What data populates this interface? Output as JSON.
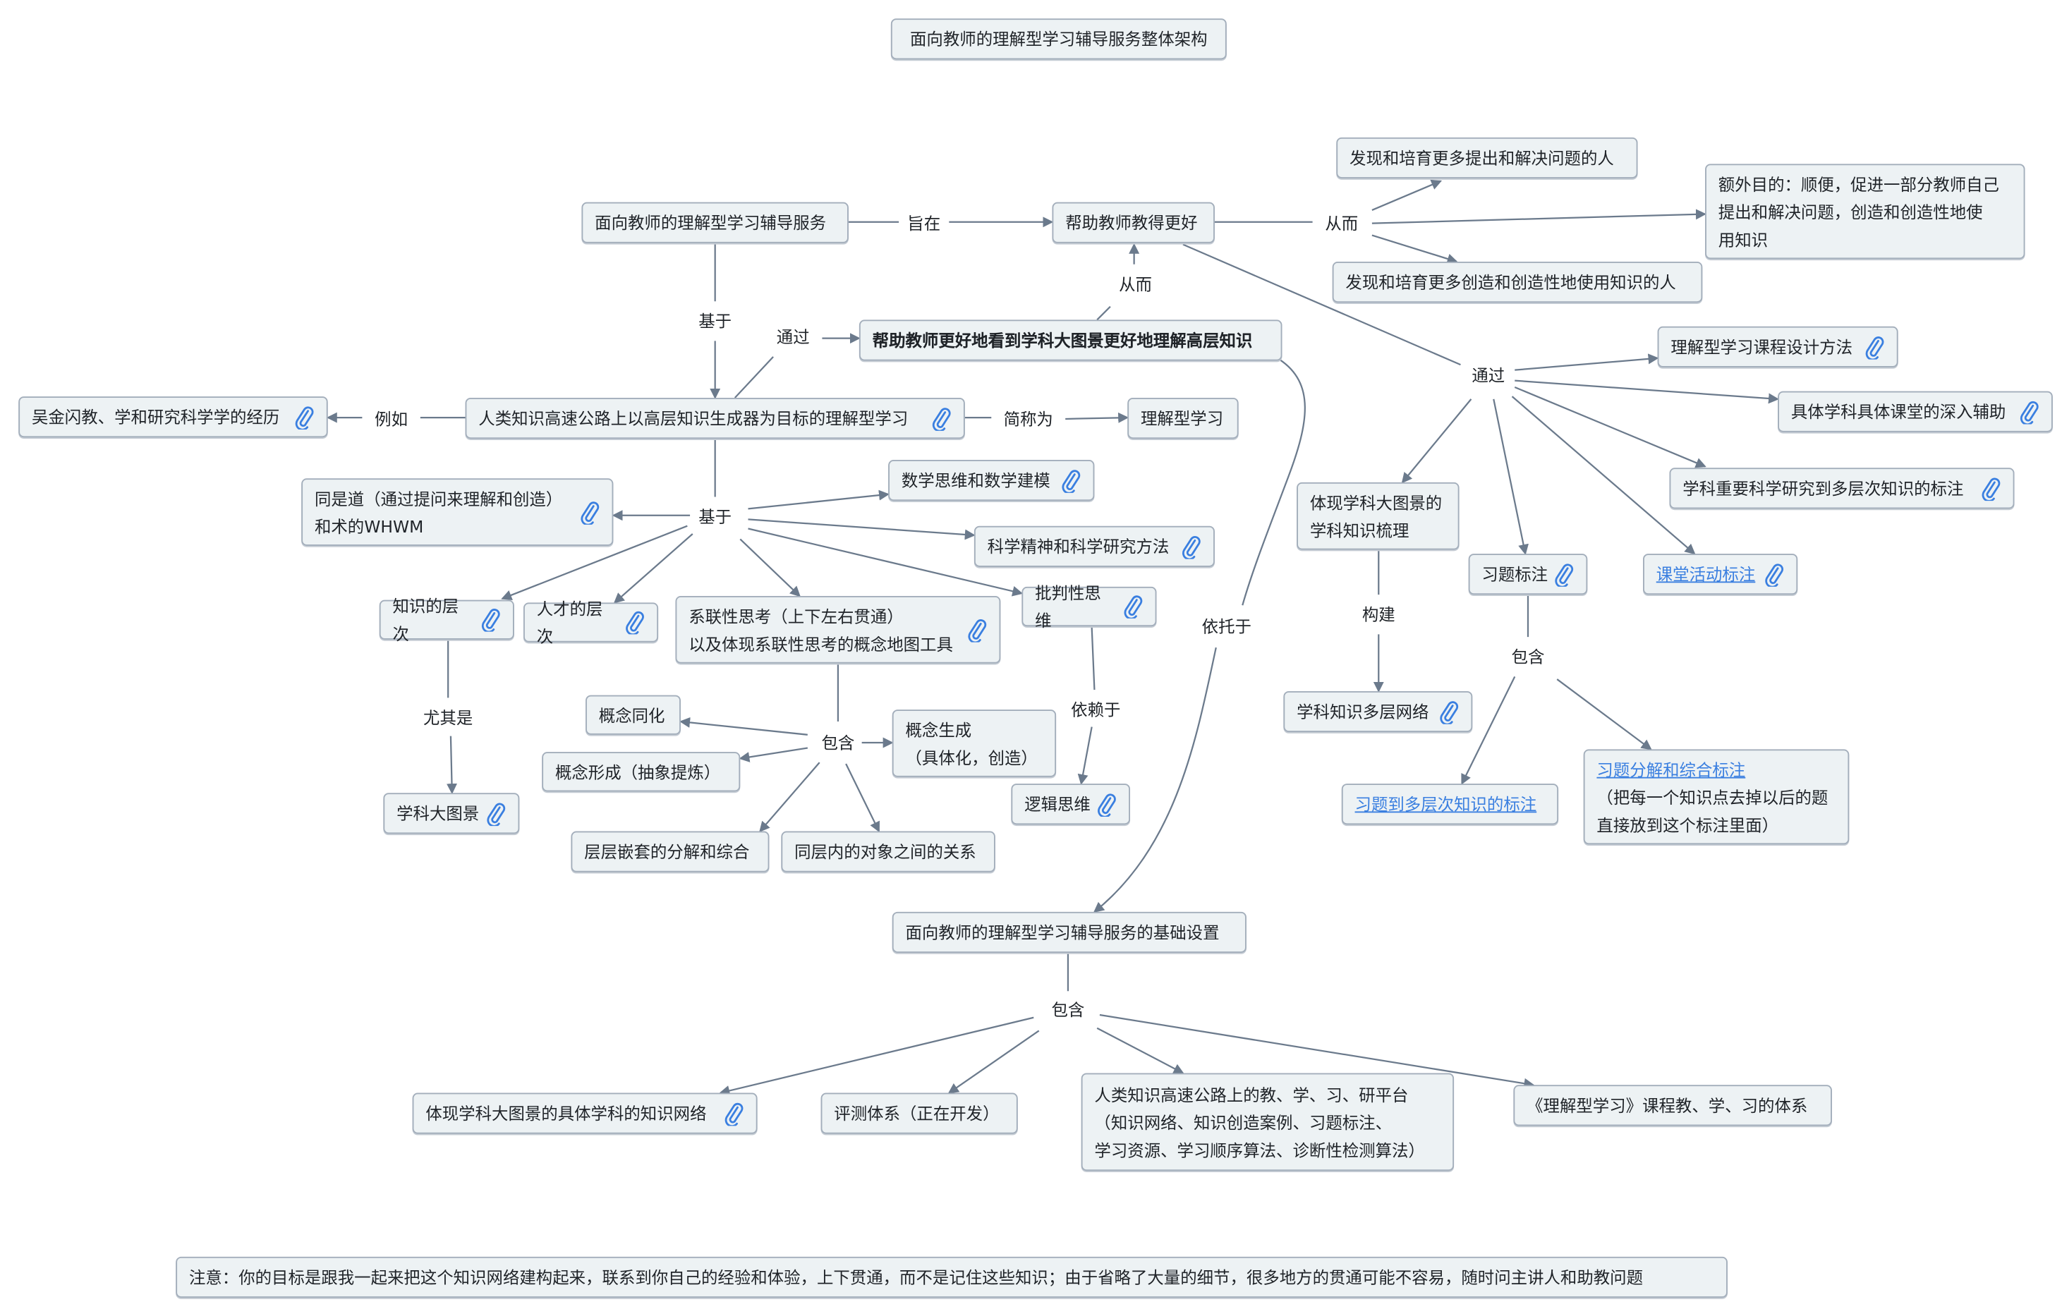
{
  "title": "面向教师的理解型学习辅导服务整体架构",
  "nodes": {
    "service": "面向教师的理解型学习辅导服务",
    "teach_better": "帮助教师教得更好",
    "find_problem_solvers": "发现和培育更多提出和解决问题的人",
    "extra_goal": "额外目的：顺便，促进一部分教师自己\n提出和解决问题，创造和创造性地使\n用知识",
    "find_creators": "发现和培育更多创造和创造性地使用知识的人",
    "see_big_picture": "帮助教师更好地看到学科大图景更好地理解高层知识",
    "highway_learning": "人类知识高速公路上以高层知识生成器为目标的理解型学习",
    "wu_experience": "吴金闪教、学和研究科学学的经历",
    "understanding_learning": "理解型学习",
    "dao_whwm": "同是道（通过提问来理解和创造）\n和术的WHWM",
    "math_thinking": "数学思维和数学建模",
    "science_spirit": "科学精神和科学研究方法",
    "knowledge_levels": "知识的层次",
    "talent_levels": "人才的层次",
    "systems_thinking": "系联性思考（上下左右贯通）\n以及体现系联性思考的概念地图工具",
    "critical_thinking": "批判性思维",
    "big_picture": "学科大图景",
    "assimilation": "概念同化",
    "formation": "概念形成（抽象提炼）",
    "generation": "概念生成\n（具体化，创造）",
    "nested": "层层嵌套的分解和综合",
    "same_layer": "同层内的对象之间的关系",
    "logic": "逻辑思维",
    "course_design": "理解型学习课程设计方法",
    "classroom_help": "具体学科具体课堂的深入辅助",
    "research_annotation": "学科重要科学研究到多层次知识的标注",
    "knowledge_sorting": "体现学科大图景的\n学科知识梳理",
    "exercise_annotation": "习题标注",
    "activity_annotation": "课堂活动标注",
    "multilayer_network": "学科知识多层网络",
    "exercise_to_levels": "习题到多层次知识的标注",
    "decompose_title": "习题分解和综合标注",
    "decompose_desc": "（把每一个知识点去掉以后的题\n直接放到这个标注里面）",
    "infrastructure": "面向教师的理解型学习辅导服务的基础设置",
    "subject_network": "体现学科大图景的具体学科的知识网络",
    "assessment": "评测体系（正在开发）",
    "platform": "人类知识高速公路上的教、学、习、研平台\n（知识网络、知识创造案例、习题标注、\n学习资源、学习顺序算法、诊断性检测算法）",
    "course_system": "《理解型学习》课程教、学、习的体系",
    "note": "注意：你的目标是跟我一起来把这个知识网络建构起来，联系到你自己的经验和体验，上下贯通，而不是记住这些知识；由于省略了大量的细节，很多地方的贯通可能不容易，随时问主讲人和助教问题"
  },
  "labels": {
    "aim": "旨在",
    "thus1": "从而",
    "thus2": "从而",
    "based1": "基于",
    "via1": "通过",
    "example": "例如",
    "short": "简称为",
    "based2": "基于",
    "especially": "尤其是",
    "contain1": "包含",
    "depend": "依赖于",
    "rely": "依托于",
    "via2": "通过",
    "build": "构建",
    "contain2": "包含",
    "contain3": "包含"
  },
  "colors": {
    "node_bg": "#edf2f4",
    "border": "#a3aebb",
    "link": "#3a7fe0",
    "edge": "#6b7a8c"
  }
}
